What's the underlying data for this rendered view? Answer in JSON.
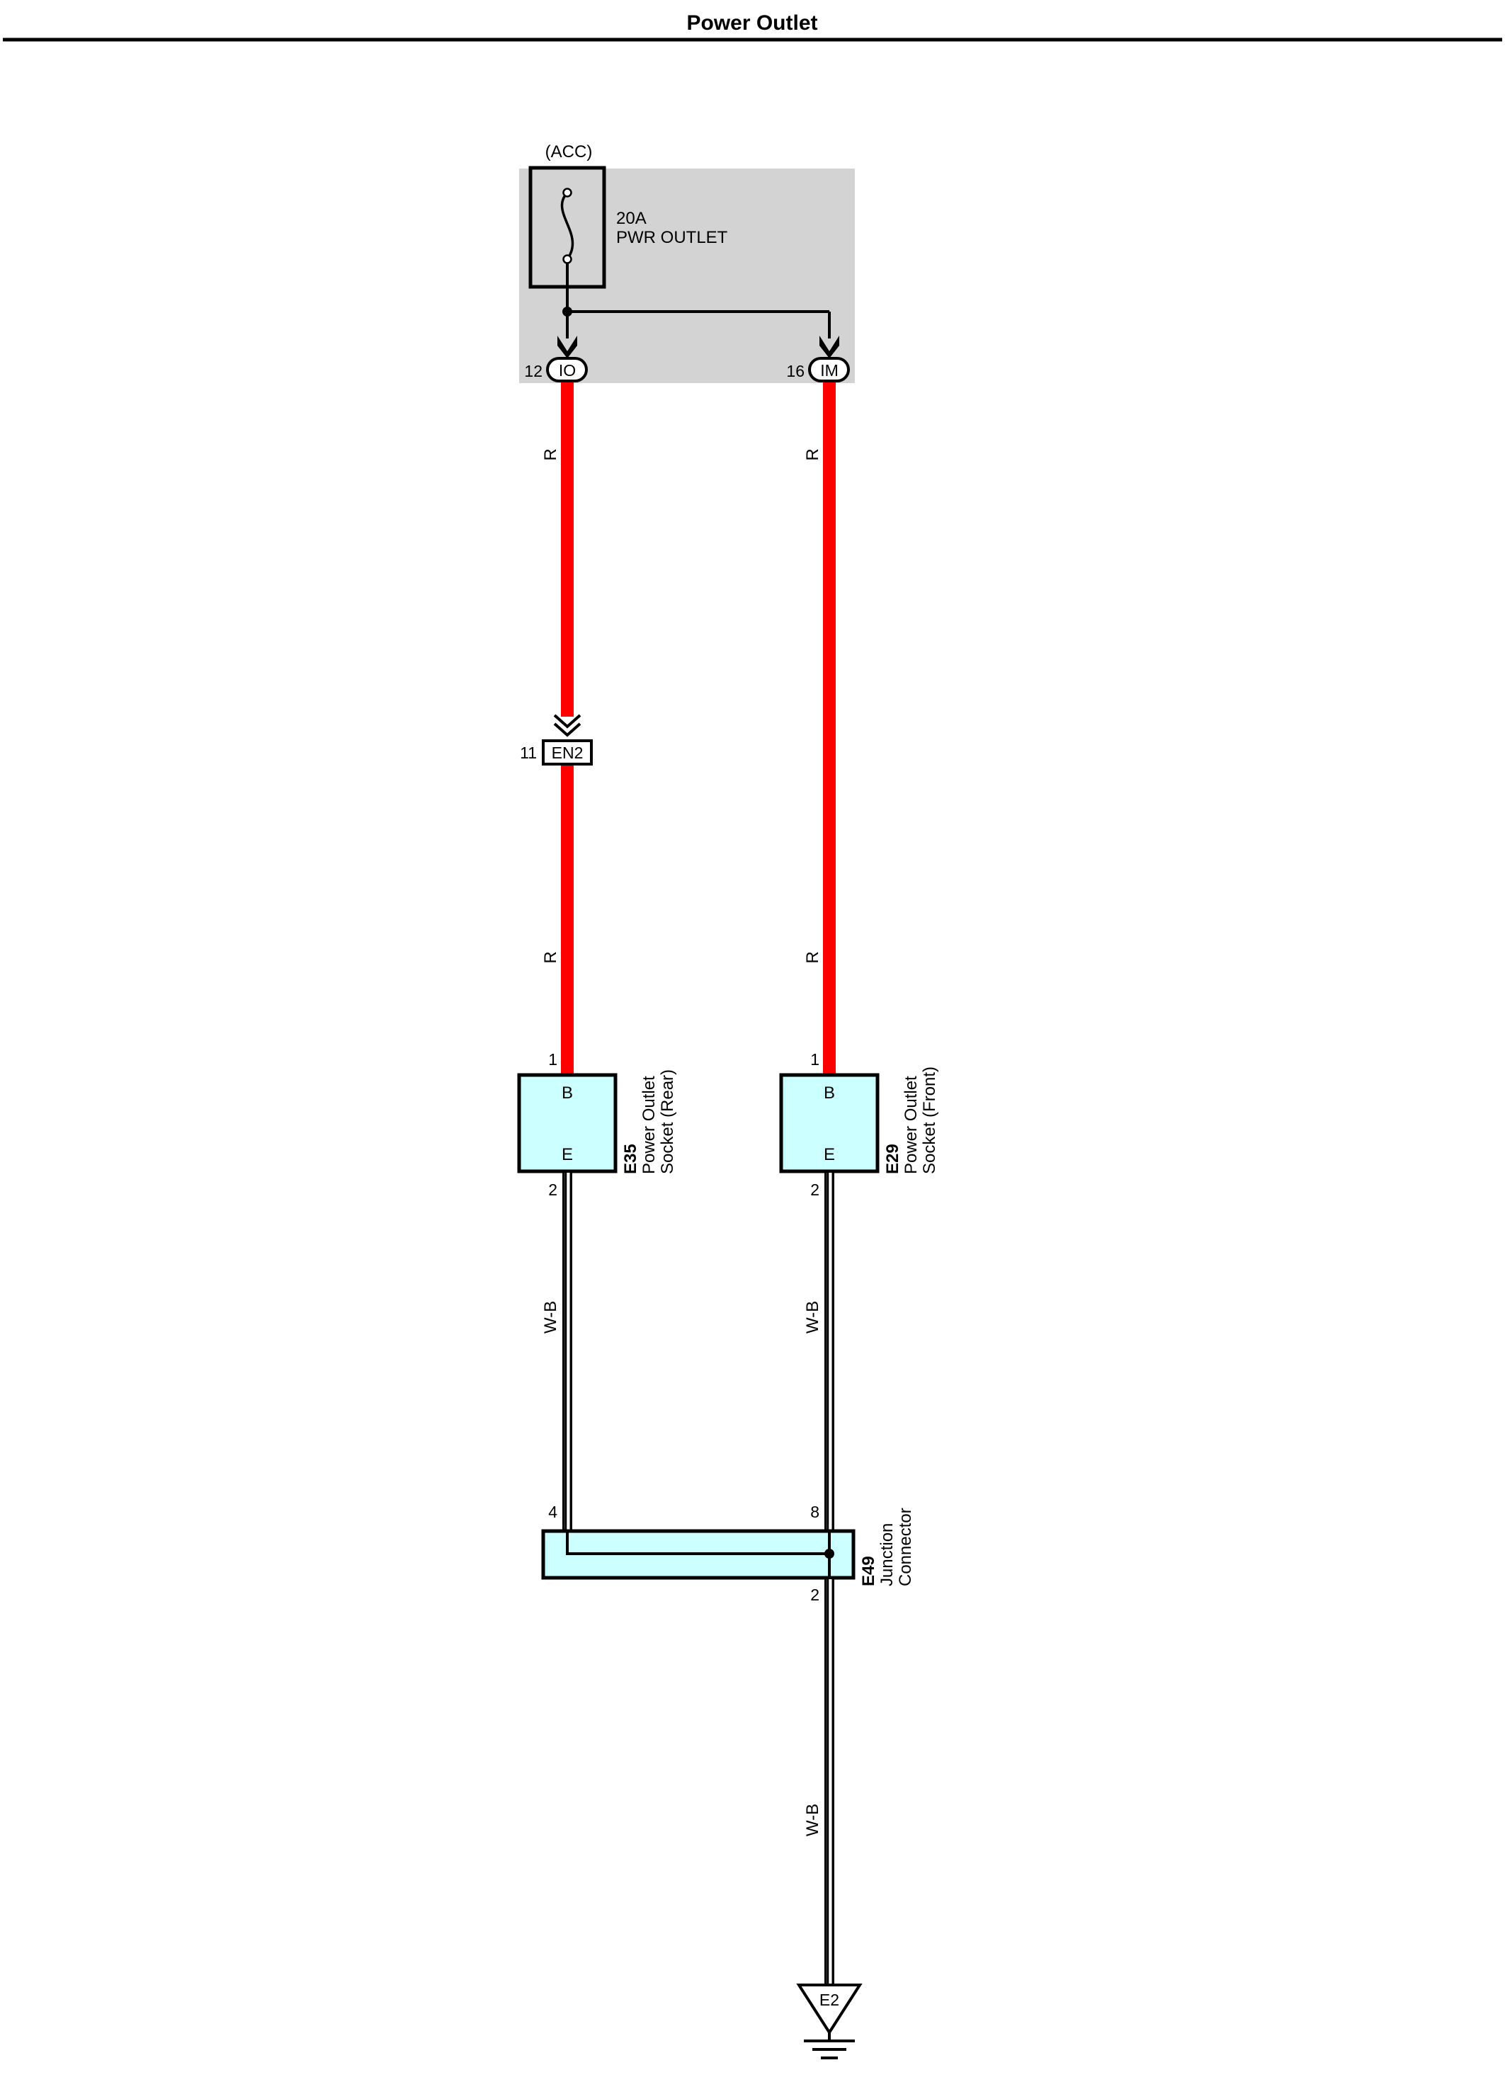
{
  "title": "Power Outlet",
  "fuse": {
    "supply": "(ACC)",
    "rating": "20A",
    "name": "PWR OUTLET"
  },
  "junction_block_connectors": [
    {
      "pin": "12",
      "code": "IO"
    },
    {
      "pin": "16",
      "code": "IM"
    }
  ],
  "inline_connector": {
    "pin": "11",
    "code": "EN2"
  },
  "wires": {
    "red": "R",
    "ground": "W-B"
  },
  "colors": {
    "power_wire": "#ff0000",
    "junction_block_shade": "#d3d3d3",
    "component_fill": "#ccffff"
  },
  "components": [
    {
      "code": "E35",
      "name_line1": "Power Outlet",
      "name_line2": "Socket (Rear)",
      "terminal_top": "B",
      "terminal_bottom": "E",
      "pin_top": "1",
      "pin_bottom": "2"
    },
    {
      "code": "E29",
      "name_line1": "Power Outlet",
      "name_line2": "Socket (Front)",
      "terminal_top": "B",
      "terminal_bottom": "E",
      "pin_top": "1",
      "pin_bottom": "2"
    }
  ],
  "junction_connector": {
    "code": "E49",
    "name_line1": "Junction",
    "name_line2": "Connector",
    "pin_left": "4",
    "pin_right": "8",
    "pin_out": "2"
  },
  "ground": {
    "code": "E2"
  }
}
